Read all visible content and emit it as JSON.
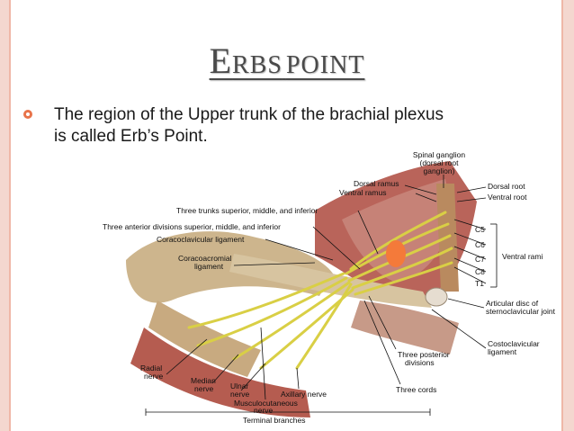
{
  "title": {
    "big_first": "E",
    "rest": "RBS",
    "second_word": "POINT"
  },
  "bullet": {
    "line1": "The region of the Upper trunk of the brachial plexus",
    "line2": "is called Erb’s Point."
  },
  "figure": {
    "labels": {
      "spinal_ganglion_1": "Spinal ganglion",
      "spinal_ganglion_2": "(dorsal root",
      "spinal_ganglion_3": "ganglion)",
      "dorsal_ramus": "Dorsal ramus",
      "ventral_ramus": "Ventral ramus",
      "dorsal_root": "Dorsal root",
      "ventral_root": "Ventral root",
      "three_trunks": "Three trunks superior, middle, and inferior",
      "three_anterior_divisions": "Three anterior divisions superior, middle, and inferior",
      "coracoclavicular": "Coracoclavicular ligament",
      "coracoacromial_1": "Coracoacromial",
      "coracoacromial_2": "ligament",
      "c5": "C5",
      "c6": "C6",
      "c7": "C7",
      "c8": "C8",
      "t1": "T1",
      "ventral_rami": "Ventral rami",
      "articular_disc_1": "Articular disc of",
      "articular_disc_2": "sternoclavicular joint",
      "costoclavicular_1": "Costoclavicular",
      "costoclavicular_2": "ligament",
      "three_posterior_1": "Three posterior",
      "three_posterior_2": "divisions",
      "three_cords": "Three cords",
      "radial_1": "Radial",
      "radial_2": "nerve",
      "median_1": "Median",
      "median_2": "nerve",
      "ulnar_1": "Ulnar",
      "ulnar_2": "nerve",
      "axillary": "Axillary nerve",
      "musculocutaneous_1": "Musculocutaneous",
      "musculocutaneous_2": "nerve",
      "terminal_branches": "Terminal branches"
    }
  },
  "colors": {
    "accent": "#e8734a",
    "marker": "#f47a3a",
    "nerve": "#d9cf45",
    "muscle": "#b9645a",
    "bone": "#cdb58d",
    "edge": "#f4d7cf"
  }
}
